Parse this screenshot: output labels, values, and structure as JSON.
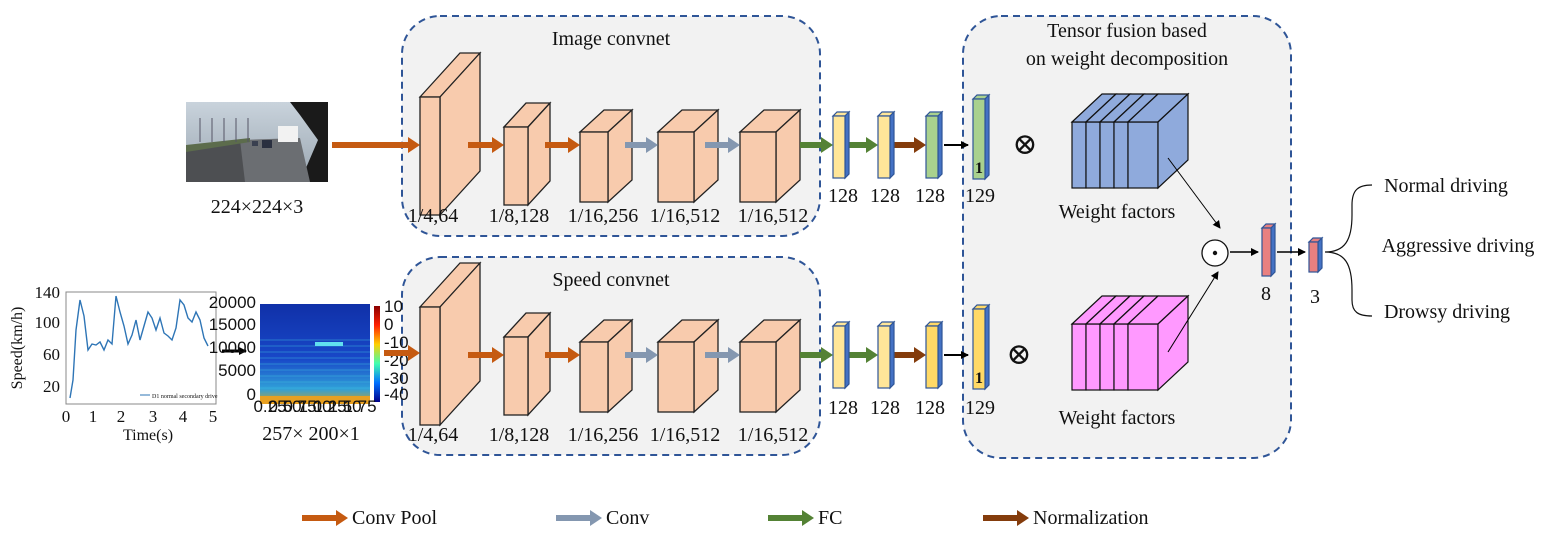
{
  "colors": {
    "conv_pool": "#c55a11",
    "conv": "#8497b0",
    "fc": "#548235",
    "normalization": "#843c0c",
    "cube": "#f8cbad",
    "panel": "#f2f2f2",
    "panel_border": "#2f5597",
    "weight_blue": "#8faadc",
    "weight_pink": "#ff99ff",
    "output_bar": "#e88080"
  },
  "image_branch": {
    "title": "Image convnet",
    "input_dims": "224×224×3",
    "input_icon": "road-photo-icon",
    "layers": [
      "1/4,64",
      "1/8,128",
      "1/16,256",
      "1/16,512",
      "1/16,512"
    ],
    "fc_sizes": [
      "128",
      "128",
      "128",
      "129"
    ],
    "append_one": "1"
  },
  "speed_branch": {
    "title": "Speed convnet",
    "input_dims": "257× 200×1",
    "layers": [
      "1/4,64",
      "1/8,128",
      "1/16,256",
      "1/16,512",
      "1/16,512"
    ],
    "fc_sizes": [
      "128",
      "128",
      "128",
      "129"
    ],
    "append_one": "1"
  },
  "speed_plot": {
    "ylabel": "Speed(km/h)",
    "xlabel": "Time(s)",
    "yticks": [
      "140",
      "100",
      "60",
      "20"
    ],
    "xticks": [
      "0",
      "1",
      "2",
      "3",
      "4",
      "5"
    ],
    "legend": "D1 normal secondary drive"
  },
  "spectrogram": {
    "yticks": [
      "20000",
      "15000",
      "10000",
      "5000",
      "0"
    ],
    "xticks": [
      "0.25",
      "0.50",
      "0.75",
      "1.00",
      "1.25",
      "1.50",
      "1.75"
    ],
    "cticks": [
      "10",
      "0",
      "-10",
      "-20",
      "-30",
      "-40"
    ]
  },
  "fusion": {
    "title_line1": "Tensor fusion based",
    "title_line2": "on weight decomposition",
    "weight_label_top": "Weight factors",
    "weight_label_bottom": "Weight factors",
    "tensor_op": "⊗",
    "combine_op": "⊙",
    "out_sizes": [
      "8",
      "3"
    ]
  },
  "outputs": [
    "Normal driving",
    "Aggressive driving",
    "Drowsy driving"
  ],
  "legend": [
    {
      "label": "Conv Pool",
      "key": "conv_pool"
    },
    {
      "label": "Conv",
      "key": "conv"
    },
    {
      "label": "FC",
      "key": "fc"
    },
    {
      "label": "Normalization",
      "key": "normalization"
    }
  ]
}
